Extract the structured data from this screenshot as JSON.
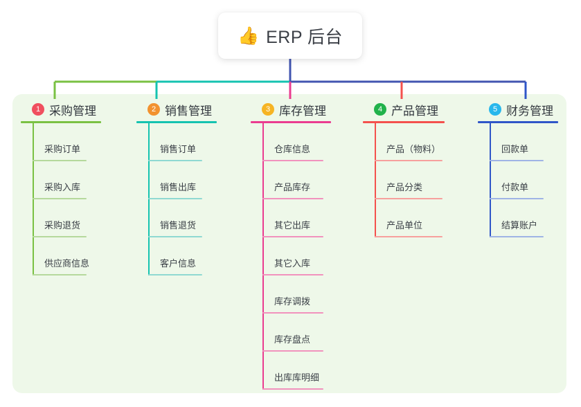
{
  "root": {
    "icon": "thumbs-up-emoji",
    "emoji": "👍",
    "title": "ERP 后台"
  },
  "colors": {
    "panel_background": "#eef8e9",
    "page_background": "#ffffff",
    "root_card_background": "#ffffff",
    "title_text": "#33383f",
    "leaf_text": "#3a3f46",
    "spine_center": "#4255b0"
  },
  "branches": [
    {
      "number": "1",
      "title": "采购管理",
      "line_color": "#7ac143",
      "leaf_line_color": "#b5d99c",
      "badge_color": "#f04f5f",
      "items": [
        {
          "label": "采购订单"
        },
        {
          "label": "采购入库"
        },
        {
          "label": "采购退货"
        },
        {
          "label": "供应商信息"
        }
      ]
    },
    {
      "number": "2",
      "title": "销售管理",
      "line_color": "#15c3b0",
      "leaf_line_color": "#8fd9d2",
      "badge_color": "#f2922f",
      "items": [
        {
          "label": "销售订单"
        },
        {
          "label": "销售出库"
        },
        {
          "label": "销售退货"
        },
        {
          "label": "客户信息"
        }
      ]
    },
    {
      "number": "3",
      "title": "库存管理",
      "line_color": "#ea3c90",
      "leaf_line_color": "#f192bd",
      "badge_color": "#f6b424",
      "items": [
        {
          "label": "仓库信息"
        },
        {
          "label": "产品库存"
        },
        {
          "label": "其它出库"
        },
        {
          "label": "其它入库"
        },
        {
          "label": "库存调拨"
        },
        {
          "label": "库存盘点"
        },
        {
          "label": "出库库明细"
        }
      ]
    },
    {
      "number": "4",
      "title": "产品管理",
      "line_color": "#f4514d",
      "leaf_line_color": "#f7a09d",
      "badge_color": "#21b24b",
      "items": [
        {
          "label": "产品（物料）"
        },
        {
          "label": "产品分类"
        },
        {
          "label": "产品单位"
        }
      ]
    },
    {
      "number": "5",
      "title": "财务管理",
      "line_color": "#2f56c8",
      "leaf_line_color": "#9fb4e5",
      "badge_color": "#28b7ec",
      "items": [
        {
          "label": "回款单"
        },
        {
          "label": "付款单"
        },
        {
          "label": "结算账户"
        }
      ]
    }
  ]
}
